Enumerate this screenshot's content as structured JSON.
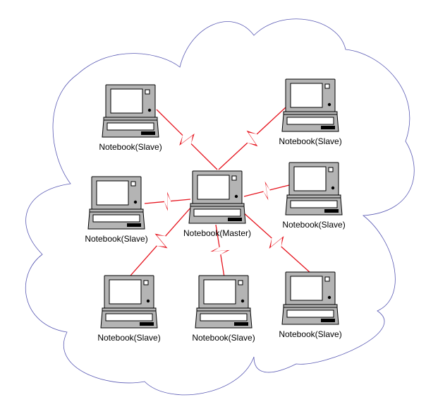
{
  "diagram": {
    "colors": {
      "cloud_outline": "#5a5ab4",
      "link": "#e6141e",
      "laptop_body": "#b4b4b4",
      "laptop_screen": "#ffffff",
      "laptop_stroke": "#000000"
    },
    "master": {
      "id": "master",
      "label": "Notebook(Master)"
    },
    "slaves": [
      {
        "id": "slave-top-left",
        "label": "Notebook(Slave)"
      },
      {
        "id": "slave-top-right",
        "label": "Notebook(Slave)"
      },
      {
        "id": "slave-mid-left",
        "label": "Notebook(Slave)"
      },
      {
        "id": "slave-mid-right",
        "label": "Notebook(Slave)"
      },
      {
        "id": "slave-bottom-left",
        "label": "Notebook(Slave)"
      },
      {
        "id": "slave-bottom-center",
        "label": "Notebook(Slave)"
      },
      {
        "id": "slave-bottom-right",
        "label": "Notebook(Slave)"
      }
    ],
    "links": [
      {
        "from": "master",
        "to": "slave-top-left"
      },
      {
        "from": "master",
        "to": "slave-top-right"
      },
      {
        "from": "master",
        "to": "slave-mid-left"
      },
      {
        "from": "master",
        "to": "slave-mid-right"
      },
      {
        "from": "master",
        "to": "slave-bottom-left"
      },
      {
        "from": "master",
        "to": "slave-bottom-center"
      },
      {
        "from": "master",
        "to": "slave-bottom-right"
      }
    ]
  }
}
